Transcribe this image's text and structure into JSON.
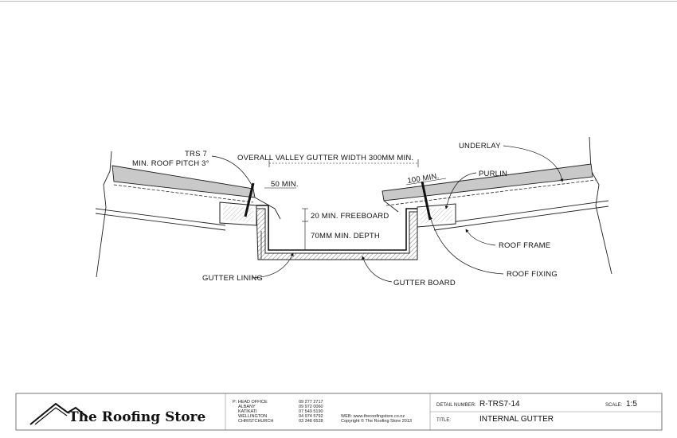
{
  "labels": {
    "trs7": "TRS 7",
    "min_roof_pitch": "MIN. ROOF PITCH 3°",
    "overall_width": "OVERALL VALLEY GUTTER WIDTH 300MM MIN.",
    "fifty_min": "50 MIN.",
    "hundred_min": "100 MIN.",
    "underlay": "UNDERLAY",
    "purlin": "PURLIN",
    "freeboard": "20 MIN. FREEBOARD",
    "min_depth": "70MM MIN. DEPTH",
    "roof_frame": "ROOF FRAME",
    "roof_fixing": "ROOF FIXING",
    "gutter_lining": "GUTTER LINING",
    "gutter_board": "GUTTER BOARD"
  },
  "title_block": {
    "company": "The Roofing Store",
    "offices": [
      {
        "name": "P: HEAD OFFICE",
        "phone": "09 277 2717"
      },
      {
        "name": "ALBANY",
        "phone": "09 972 0060"
      },
      {
        "name": "KATIKATI",
        "phone": "07 549 5190"
      },
      {
        "name": "WELLINGTON",
        "phone": "04 974 5792"
      },
      {
        "name": "CHRISTCHURCH",
        "phone": "03 348 6528"
      }
    ],
    "web": "WEB: www.theroofingstore.co.nz",
    "copyright": "Copyright © The Roofing Store 2013",
    "detail_number_label": "DETAIL NUMBER:",
    "detail_number": "R-TRS7-14",
    "scale_label": "SCALE:",
    "scale": "1:5",
    "title_label": "TITLE:",
    "title": "INTERNAL GUTTER"
  }
}
